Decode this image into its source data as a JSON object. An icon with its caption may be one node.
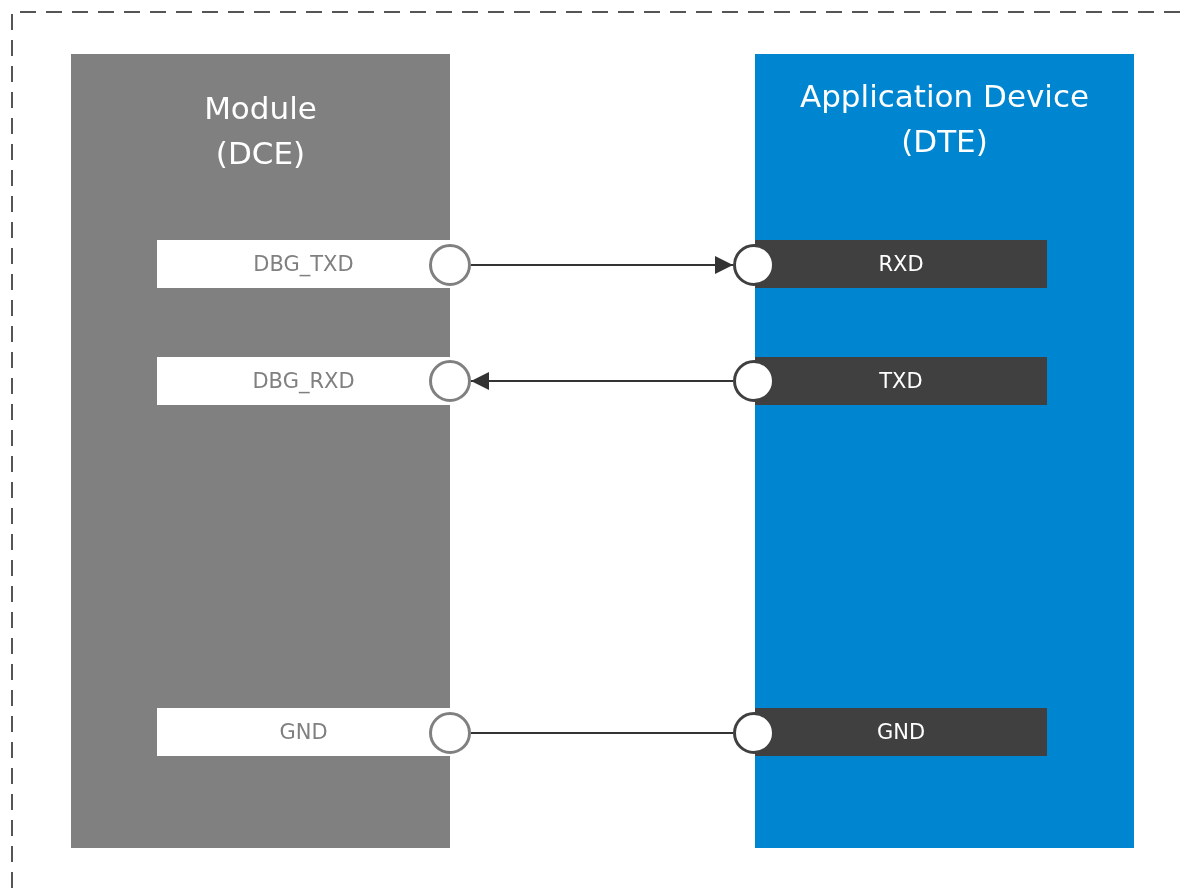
{
  "diagram": {
    "nodes": [
      {
        "text": [
          "Module (DCE)"
        ]
      },
      {
        "text": [
          "DBG_TXD"
        ],
        "in": 0
      },
      {
        "text": [],
        "shape": "circle"
      },
      {
        "text": [
          "DBG_RXD"
        ],
        "in": 0
      },
      {
        "text": [],
        "shape": "circle"
      },
      {
        "text": [
          "GND"
        ],
        "in": 0
      },
      {
        "text": [],
        "shape": "circle"
      },
      {
        "text": [
          "Application Device (DTE)"
        ]
      },
      {
        "text": [],
        "shape": "circle"
      },
      {
        "text": [
          "RXD"
        ],
        "in": 7
      },
      {
        "text": [],
        "shape": "circle"
      },
      {
        "text": [
          "TXD"
        ],
        "in": 7
      },
      {
        "text": [],
        "shape": "circle"
      },
      {
        "text": [
          "GND"
        ],
        "in": 7
      }
    ],
    "edges": [
      {
        "from": 2,
        "to": 8,
        "arrow": "to"
      },
      {
        "from": 10,
        "to": 4,
        "arrow": "to"
      },
      {
        "from": 6,
        "to": 12,
        "arrow": "none"
      }
    ]
  }
}
